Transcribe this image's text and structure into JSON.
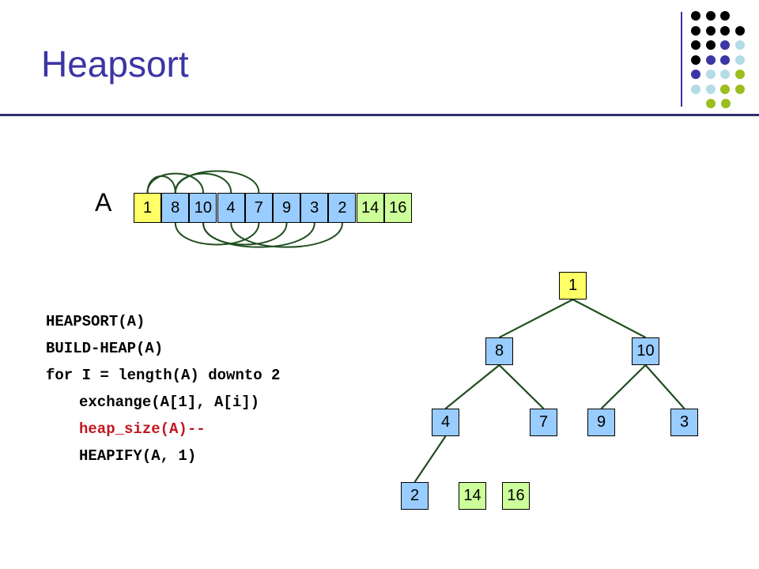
{
  "slide": {
    "title": "Heapsort"
  },
  "colors": {
    "title": "#3b35a5",
    "yellow": "#ffff66",
    "blue": "#99ccff",
    "green": "#ccff99",
    "edge": "#1f4d1f",
    "red": "#c0181f"
  },
  "decoration": {
    "dot_rows": [
      [
        "#000000",
        "#000000",
        "#000000"
      ],
      [
        "#000000",
        "#000000",
        "#000000",
        "#000000"
      ],
      [
        "#000000",
        "#000000",
        "#3b35a5",
        "#b3dce6"
      ],
      [
        "#000000",
        "#3b35a5",
        "#3b35a5",
        "#b3dce6"
      ],
      [
        "#3b35a5",
        "#b3dce6",
        "#b3dce6",
        "#9cbe1e"
      ],
      [
        "#b3dce6",
        "#b3dce6",
        "#9cbe1e",
        "#9cbe1e"
      ],
      [
        "#9cbe1e",
        "#9cbe1e"
      ]
    ]
  },
  "array": {
    "label": "A",
    "cells": [
      {
        "value": "1",
        "state": "yellow"
      },
      {
        "value": "8",
        "state": "blue"
      },
      {
        "value": "10",
        "state": "blue"
      },
      {
        "value": "4",
        "state": "blue"
      },
      {
        "value": "7",
        "state": "blue"
      },
      {
        "value": "9",
        "state": "blue"
      },
      {
        "value": "3",
        "state": "blue"
      },
      {
        "value": "2",
        "state": "blue"
      },
      {
        "value": "14",
        "state": "green"
      },
      {
        "value": "16",
        "state": "green"
      }
    ],
    "arcs_top": [
      [
        0,
        1
      ],
      [
        0,
        2
      ],
      [
        1,
        3
      ],
      [
        1,
        4
      ]
    ],
    "arcs_bottom": [
      [
        1,
        4
      ],
      [
        2,
        5
      ],
      [
        2,
        6
      ],
      [
        3,
        7
      ]
    ]
  },
  "tree": {
    "nodes": [
      {
        "id": "n1",
        "value": "1",
        "state": "yellow"
      },
      {
        "id": "n8",
        "value": "8",
        "state": "blue"
      },
      {
        "id": "n10",
        "value": "10",
        "state": "blue"
      },
      {
        "id": "n4",
        "value": "4",
        "state": "blue"
      },
      {
        "id": "n7",
        "value": "7",
        "state": "blue"
      },
      {
        "id": "n9",
        "value": "9",
        "state": "blue"
      },
      {
        "id": "n3",
        "value": "3",
        "state": "blue"
      },
      {
        "id": "n2",
        "value": "2",
        "state": "blue"
      },
      {
        "id": "n14",
        "value": "14",
        "state": "green"
      },
      {
        "id": "n16",
        "value": "16",
        "state": "green"
      }
    ],
    "edges": [
      [
        "n1",
        "n8"
      ],
      [
        "n1",
        "n10"
      ],
      [
        "n8",
        "n4"
      ],
      [
        "n8",
        "n7"
      ],
      [
        "n10",
        "n9"
      ],
      [
        "n10",
        "n3"
      ],
      [
        "n4",
        "n2"
      ]
    ]
  },
  "code": {
    "lines": [
      {
        "text": "HEAPSORT(A)",
        "indent": false,
        "highlight": false
      },
      {
        "text": "BUILD-HEAP(A)",
        "indent": false,
        "highlight": false
      },
      {
        "text": "for I = length(A) downto 2",
        "indent": false,
        "highlight": false
      },
      {
        "text": "exchange(A[1], A[i])",
        "indent": true,
        "highlight": false
      },
      {
        "text": "heap_size(A)--",
        "indent": true,
        "highlight": true
      },
      {
        "text": "HEAPIFY(A, 1)",
        "indent": true,
        "highlight": false
      }
    ]
  }
}
